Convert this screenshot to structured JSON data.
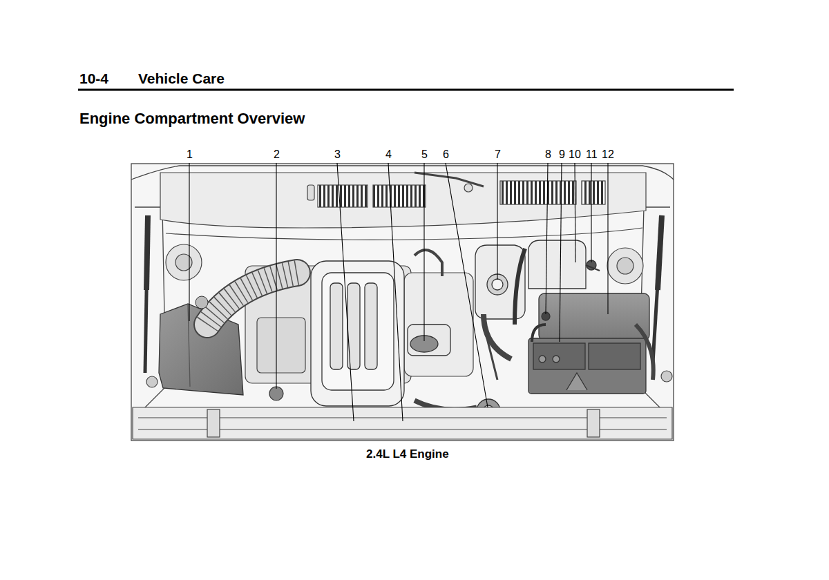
{
  "diagram": {
    "title": "Engine Compartment Overview",
    "caption": "2.4L L4 Engine",
    "labels": [
      "10-4",
      "Vehicle Care",
      "1",
      "2",
      "3",
      "4",
      "5",
      "6",
      "7",
      "8",
      "9",
      "10",
      "11",
      "12"
    ]
  }
}
